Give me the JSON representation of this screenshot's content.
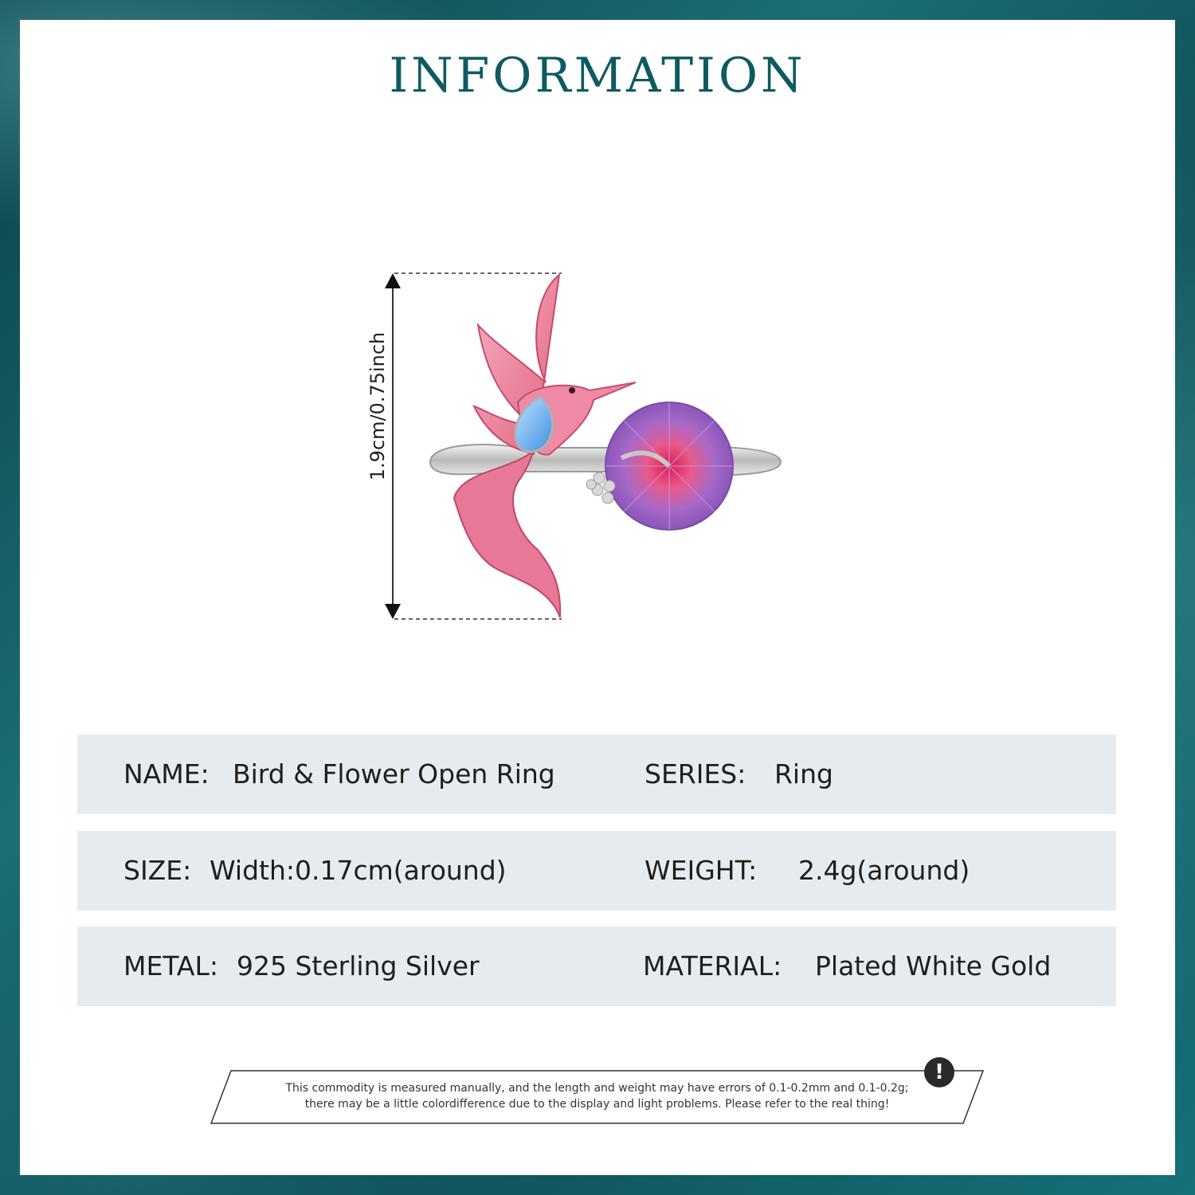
{
  "header": {
    "title": "INFORMATION"
  },
  "product_image": {
    "dimension_label": "1.9cm/0.75inch"
  },
  "specs": {
    "name_label": "NAME:",
    "name_value": "Bird & Flower Open Ring",
    "series_label": "SERIES:",
    "series_value": "Ring",
    "size_label": "SIZE:",
    "size_value": "Width:0.17cm(around)",
    "weight_label": "WEIGHT:",
    "weight_value": "2.4g(around)",
    "metal_label": "METAL:",
    "metal_value": "925 Sterling Silver",
    "material_label": "MATERIAL:",
    "material_value": "Plated White Gold"
  },
  "notice": {
    "line1": "This commodity is measured manually, and the length and weight may have errors of 0.1-0.2mm and 0.1-0.2g;",
    "line2": "there may be a little colordifference due to the display and light problems. Please refer to the real thing!",
    "icon_glyph": "!"
  },
  "colors": {
    "accent": "#0e5a61",
    "row_background": "#e6ebef",
    "frame": "#0f4f57"
  }
}
